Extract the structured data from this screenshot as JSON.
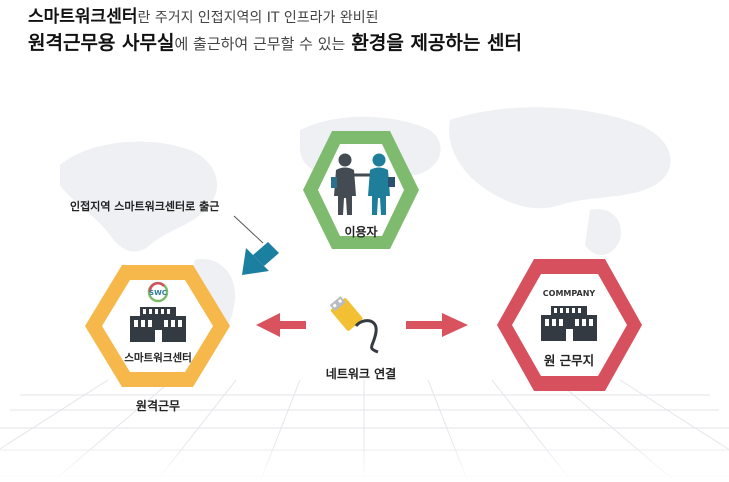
{
  "header": {
    "line1_bold": "스마트워크센터",
    "line1_rest": "란 주거지 인접지역의 IT 인프라가 완비된",
    "line2_bold1": "원격근무용 사무실",
    "line2_mid": "에 출근하여 근무할 수 있는",
    "line2_bold2": "환경을 제공하는 센터"
  },
  "diagram": {
    "user_label": "이용자",
    "commute_label": "인접지역 스마트워크센터로 출근",
    "center_logo": "SWC",
    "center_label": "스마트워크센터",
    "center_caption": "원격근무",
    "network_label": "네트워크 연결",
    "company_logo": "COMMPANY",
    "company_label": "원 근무지",
    "colors": {
      "user_hex": "#7fbb6e",
      "center_hex": "#f6b84a",
      "company_hex": "#d7505e",
      "arrow": "#d9535f",
      "commute_arrow": "#1b7fa0"
    }
  }
}
